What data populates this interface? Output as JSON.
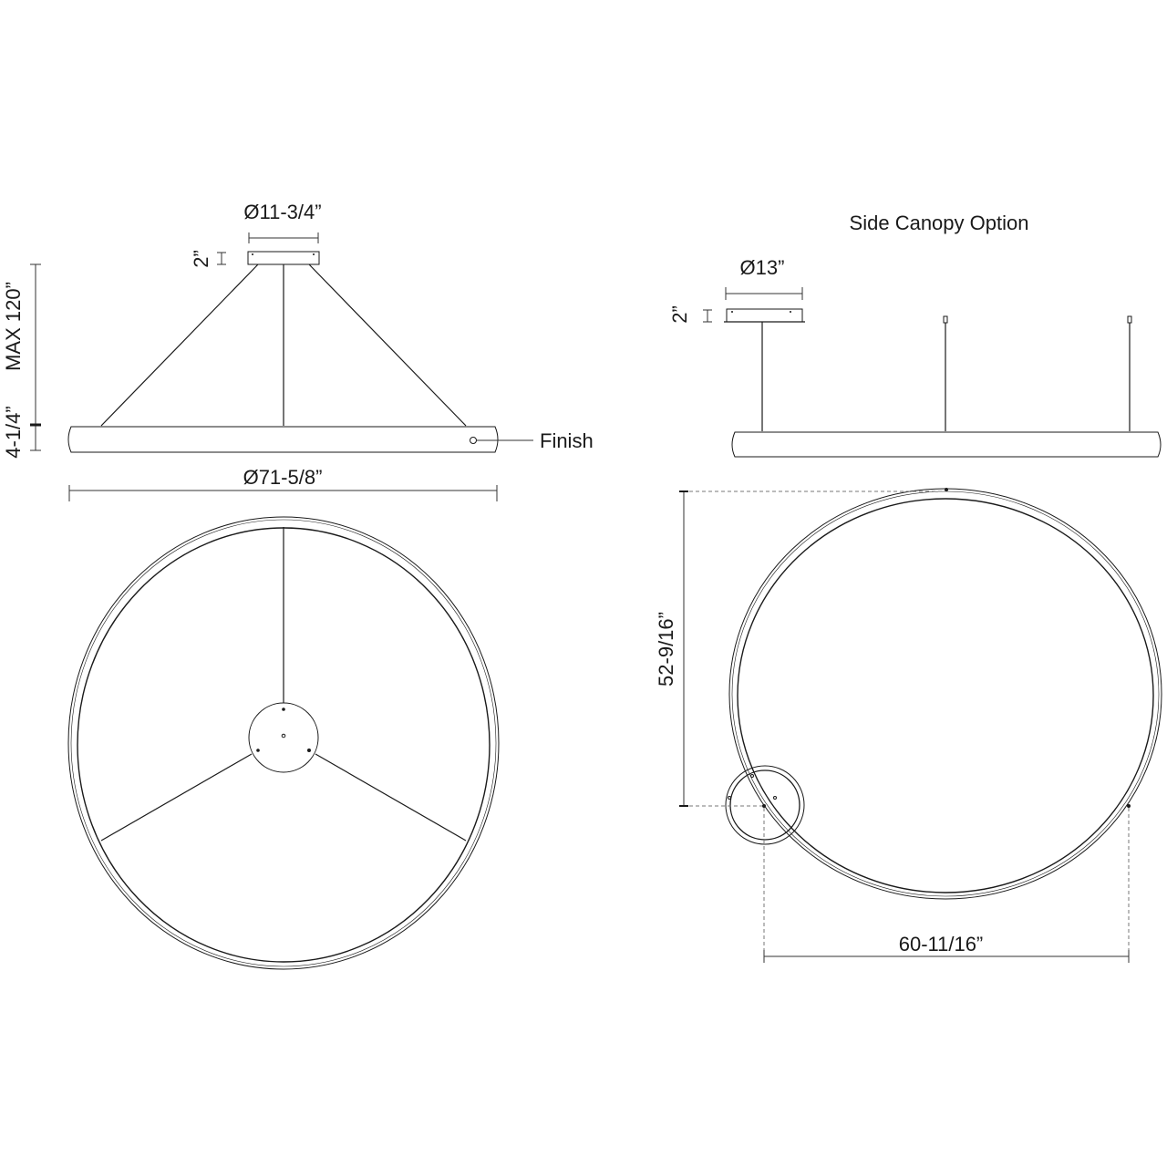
{
  "front_view": {
    "canopy_diameter": "Ø11-3/4”",
    "canopy_height": "2”",
    "max_height": "MAX 120”",
    "ring_height": "4-1/4”",
    "finish_label": "Finish",
    "ring_diameter": "Ø71-5/8”"
  },
  "side_canopy": {
    "title": "Side Canopy Option",
    "canopy_diameter": "Ø13”",
    "canopy_height": "2”",
    "vertical_offset": "52-9/16”",
    "horizontal_offset": "60-11/16”"
  },
  "colors": {
    "line": "#1a1a1a",
    "dim_line": "#333333",
    "dash_line": "#777777",
    "background": "#ffffff"
  }
}
